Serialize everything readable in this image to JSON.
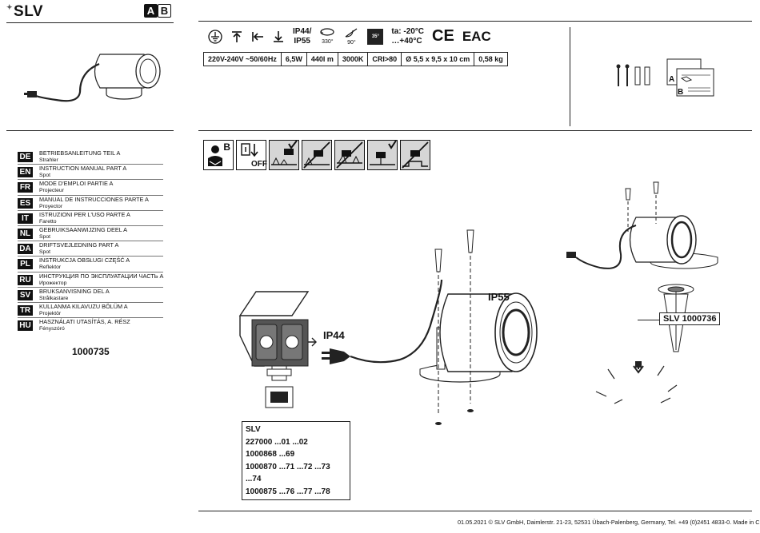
{
  "header": {
    "brand": "SLV",
    "part_a": "A",
    "part_b": "B"
  },
  "specs": {
    "ip_rating": "IP44/",
    "ip_rating_2": "IP55",
    "rotate_angle": "330°",
    "tilt_angle": "90°",
    "mount_angle": "35°",
    "temp_low": "ta: -20°C",
    "temp_high": "…+40°C",
    "ce_mark": "CE",
    "eac_mark": "EAC",
    "table": [
      "220V-240V ~50/60Hz",
      "6,5W",
      "440l m",
      "3000K",
      "CRI>80",
      "Ø 5,5 x 9,5 x 10 cm",
      "0,58 kg"
    ]
  },
  "languages": [
    {
      "code": "DE",
      "title": "BETRIEBSANLEITUNG TEIL A",
      "sub": "Strahler"
    },
    {
      "code": "EN",
      "title": "INSTRUCTION MANUAL PART A",
      "sub": "Spot"
    },
    {
      "code": "FR",
      "title": "MODE D'EMPLOI PARTIE A",
      "sub": "Projecteur"
    },
    {
      "code": "ES",
      "title": "MANUAL DE INSTRUCCIONES PARTE A",
      "sub": "Proyector"
    },
    {
      "code": "IT",
      "title": "ISTRUZIONI PER L'USO PARTE A",
      "sub": "Faretto"
    },
    {
      "code": "NL",
      "title": "GEBRUIKSAANWIJZING DEEL A",
      "sub": "Spot"
    },
    {
      "code": "DA",
      "title": "DRIFTSVEJLEDNING PART A",
      "sub": "Spot"
    },
    {
      "code": "PL",
      "title": "INSTRUKCJA OBSŁUGI CZĘŚĆ A",
      "sub": "Reflektor"
    },
    {
      "code": "RU",
      "title": "ИНСТРУКЦИЯ ПО ЭКСПЛУАТАЦИИ ЧАСТЬ А",
      "sub": "Ирожектор"
    },
    {
      "code": "SV",
      "title": "BRUKSANVISNING DEL A",
      "sub": "Strålkastare"
    },
    {
      "code": "TR",
      "title": "KULLANMA KILAVUZU BÖLÜM A",
      "sub": "Projektör"
    },
    {
      "code": "HU",
      "title": "HASZNÁLATI UTASÍTÁS, A. RÉSZ",
      "sub": "Fényszóró"
    }
  ],
  "article_number": "1000735",
  "pictograms": {
    "manual_letter": "B",
    "off_label": "OFF"
  },
  "labels": {
    "ip44": "IP44",
    "ip55": "IP55",
    "spike_article": "SLV 1000736"
  },
  "compat": {
    "title": "SLV",
    "lines": [
      "227000 ...01 ...02",
      "1000868 ...69",
      "1000870 ...71 ...72 ...73 ...74",
      "1000875 ...76 ...77 ...78"
    ]
  },
  "sheet_letters": {
    "a": "A",
    "b": "B"
  },
  "footer": "01.05.2021  © SLV GmbH, Daimlerstr. 21-23, 52531 Übach-Palenberg, Germany, Tel. +49 (0)2451 4833-0. Made in China."
}
